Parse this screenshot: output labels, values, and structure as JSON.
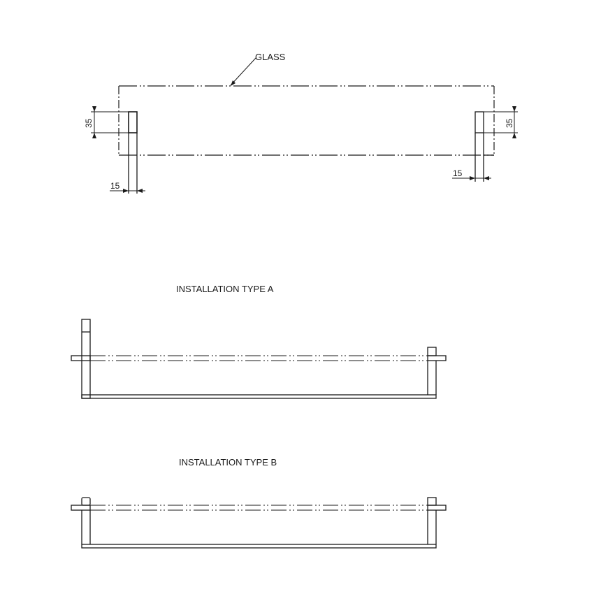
{
  "drawing": {
    "top_view": {
      "leader_label": "GLASS",
      "dim_height_left": "35",
      "dim_height_right": "35",
      "dim_width_left": "15",
      "dim_width_right": "15"
    },
    "installation_a": {
      "title": "INSTALLATION TYPE A"
    },
    "installation_b": {
      "title": "INSTALLATION TYPE B"
    }
  },
  "colors": {
    "line": "#1a1a1a",
    "background": "#ffffff"
  }
}
